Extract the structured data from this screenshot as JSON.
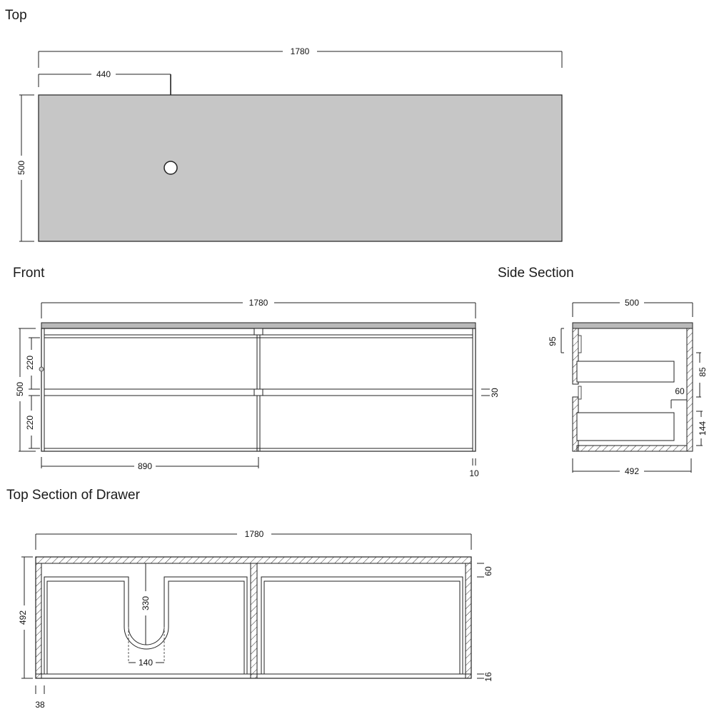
{
  "views": {
    "top": {
      "title": "Top",
      "dims": {
        "width": "1780",
        "tap_offset": "440",
        "depth": "500"
      },
      "colors": {
        "top_fill": "#c6c6c6"
      }
    },
    "front": {
      "title": "Front",
      "dims": {
        "width": "1780",
        "height": "500",
        "drawer_upper": "220",
        "drawer_lower": "220",
        "half_width": "890",
        "gap": "30",
        "side": "10"
      }
    },
    "side_section": {
      "title": "Side Section",
      "dims": {
        "depth": "500",
        "inner_depth": "492",
        "top_rail": "95",
        "drawer_gap": "85",
        "back_step": "60",
        "lower_height": "144"
      }
    },
    "drawer_section": {
      "title": "Top Section of Drawer",
      "dims": {
        "width": "1780",
        "depth": "492",
        "cutout_depth": "330",
        "cutout_width": "140",
        "back": "60",
        "front": "16",
        "side": "38"
      }
    }
  }
}
